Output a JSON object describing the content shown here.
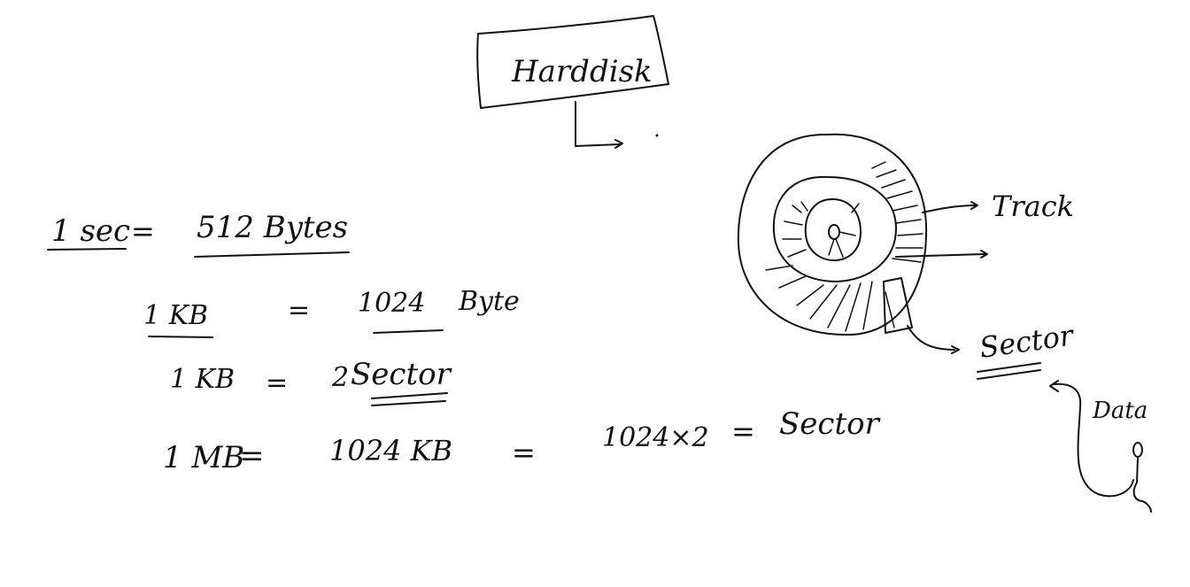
{
  "title": "Harddisk",
  "equations": {
    "eq1": {
      "lhs": "1 sec",
      "op": "=",
      "rhs": "512 Bytes"
    },
    "eq2": {
      "lhs": "1 KB",
      "op": "=",
      "rhs_num": "1024",
      "rhs_unit": "Byte"
    },
    "eq3": {
      "lhs": "1 KB",
      "op": "=",
      "rhs_num": "2",
      "rhs_word": "Sector"
    },
    "eq4": {
      "lhs": "1 MB",
      "op1": "=",
      "mid": "1024 KB",
      "op2": "=",
      "calc": "1024×2",
      "op3": "=",
      "rhs": "Sector"
    }
  },
  "disk": {
    "labels": {
      "track": "Track",
      "sector": "Sector",
      "data": "Data"
    }
  },
  "colors": {
    "ink": "#111111",
    "background": "#ffffff"
  }
}
